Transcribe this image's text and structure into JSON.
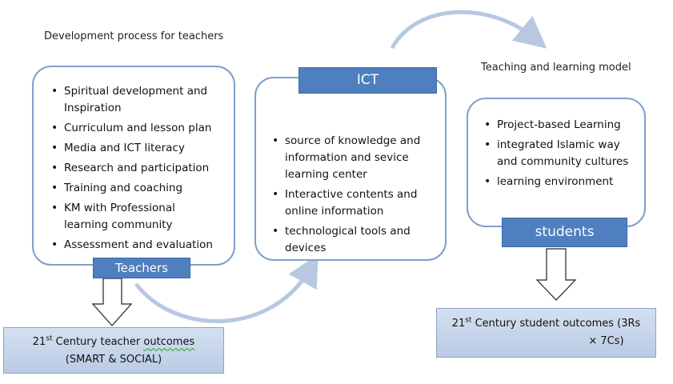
{
  "headings": {
    "development": "Development process for teachers",
    "teaching_model": "Teaching and learning model"
  },
  "teachers_panel": {
    "items": [
      "Spiritual development  and Inspiration",
      "Curriculum and lesson plan",
      "Media and ICT literacy",
      "Research  and participation",
      "Training and coaching",
      "KM with Professional learning community",
      "Assessment and evaluation"
    ],
    "label": "Teachers"
  },
  "ict_panel": {
    "label": "ICT",
    "items": [
      "source of knowledge and information and sevice learning center",
      "Interactive contents and online information",
      "technological tools and devices"
    ]
  },
  "students_panel": {
    "items": [
      "Project-based Learning",
      "integrated Islamic way and community cultures",
      "learning environment"
    ],
    "label": "students"
  },
  "teacher_outcome": {
    "prefix": "21",
    "sup": "st",
    "mid": " Century teacher ",
    "underlined": "outcomes",
    "line2": "(SMART & SOCIAL)"
  },
  "student_outcome": {
    "prefix": "21",
    "sup": "st",
    "line1_rest": " Century student outcomes (3Rs",
    "line2": "× 7Cs)"
  },
  "colors": {
    "panel_border": "#7f9fcc",
    "label_fill": "#4f7fbf",
    "arc": "#b7c8e0",
    "outcome_fill": "#c6d5ea"
  }
}
